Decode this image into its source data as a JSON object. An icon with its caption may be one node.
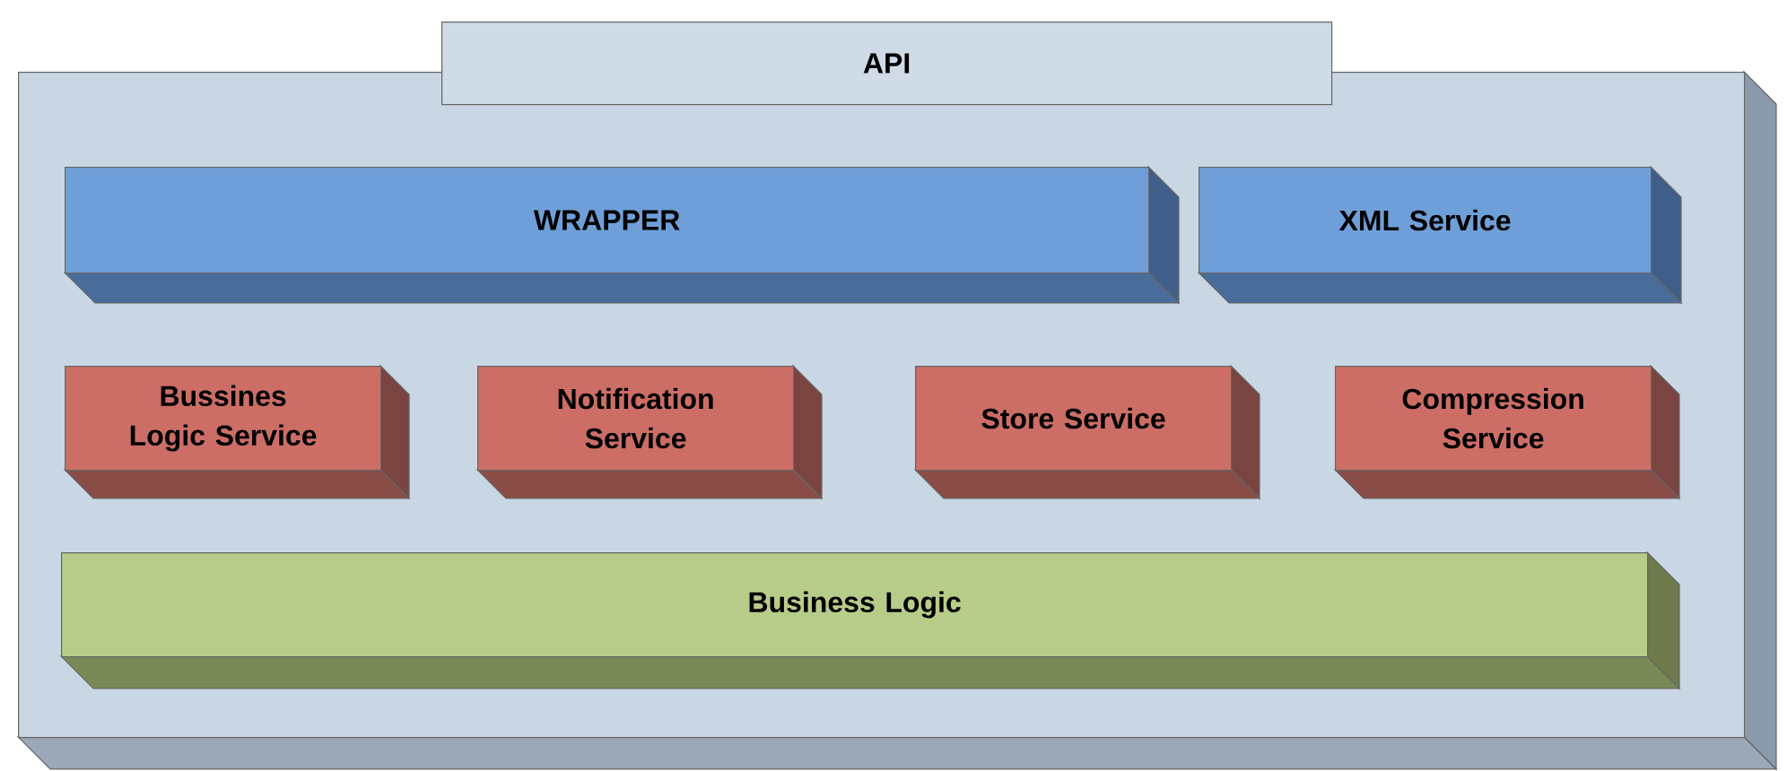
{
  "diagram": {
    "nodes": [
      {
        "text": [],
        "shape": "box"
      },
      {
        "text": [
          "API"
        ]
      },
      {
        "text": [
          "WRAPPER"
        ],
        "in": 0
      },
      {
        "text": [
          "XML Service"
        ],
        "in": 0
      },
      {
        "text": [
          "Bussines Logic Service"
        ],
        "in": 0
      },
      {
        "text": [
          "Notification Service"
        ],
        "in": 0
      },
      {
        "text": [
          "Store Service"
        ],
        "in": 0
      },
      {
        "text": [
          "Compression Service"
        ],
        "in": 0
      },
      {
        "text": [
          "Business Logic"
        ],
        "in": 0
      }
    ],
    "edges": []
  }
}
